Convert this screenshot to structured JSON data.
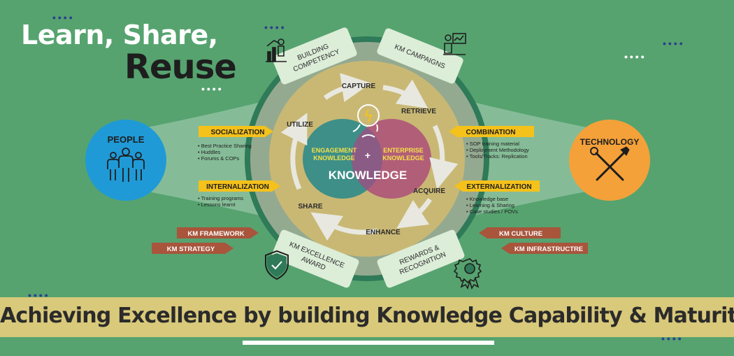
{
  "title": {
    "line1": "Learn, Share,",
    "line2": "Reuse"
  },
  "bottom_banner": "Achieving Excellence by building Knowledge Capability & Maturity",
  "center": {
    "engagement": [
      "ENGAGEMENT",
      "KNOWLEDGE"
    ],
    "enterprise": [
      "ENTERPRISE",
      "KNOWLEDGE"
    ],
    "plus": "+",
    "knowledge": "KNOWLEDGE"
  },
  "cycle": {
    "capture": "CAPTURE",
    "retrieve": "RETRIEVE",
    "acquire": "ACQUIRE",
    "enhance": "ENHANCE",
    "share": "SHARE",
    "utilize": "UTILIZE"
  },
  "outer_labels": {
    "building_competency": [
      "BUILDING",
      "COMPETENCY"
    ],
    "km_campaigns": [
      "KM CAMPAIGNS"
    ],
    "km_excellence_award": [
      "KM EXCELLENCE",
      "AWARD"
    ],
    "rewards_recognition": [
      "REWARDS &",
      "RECOGNITION"
    ]
  },
  "people": {
    "label": "PEOPLE",
    "socialization": {
      "title": "SOCIALIZATION",
      "items": [
        "Best Practice Sharing",
        "Huddles",
        "Forums & COPs"
      ]
    },
    "internalization": {
      "title": "INTERNALIZATION",
      "items": [
        "Training programs",
        "Lessons learnt"
      ]
    },
    "tags": [
      "KM FRAMEWORK",
      "KM STRATEGY"
    ]
  },
  "technology": {
    "label": "TECHNOLOGY",
    "combination": {
      "title": "COMBINATION",
      "items": [
        "SOP training material",
        "Deployment Methodology",
        "Tools/Tracks: Replication"
      ]
    },
    "externalization": {
      "title": "EXTERNALIZATION",
      "items": [
        "Knowledge base",
        "Learning & Sharing",
        "Case studies / POVs"
      ]
    },
    "tags": [
      "KM CULTURE",
      "KM INFRASTRUCTRE"
    ]
  },
  "colors": {
    "background": "#56a36f",
    "outer_ring": "#8fa88a",
    "inner_disc": "#c9b874",
    "engagement": "#3d8f88",
    "enterprise": "#b05878",
    "people": "#1f9ad6",
    "technology": "#f4a13a",
    "pointer_yellow": "#f5c11b",
    "tag_brown": "#a8553c",
    "label_box": "#dcedd8",
    "banner": "#d9c97a"
  },
  "icons": [
    "people-group-icon",
    "tools-icon",
    "lightbulb-head-icon",
    "presentation-icon",
    "growth-chart-icon",
    "shield-check-icon",
    "award-badge-icon"
  ]
}
